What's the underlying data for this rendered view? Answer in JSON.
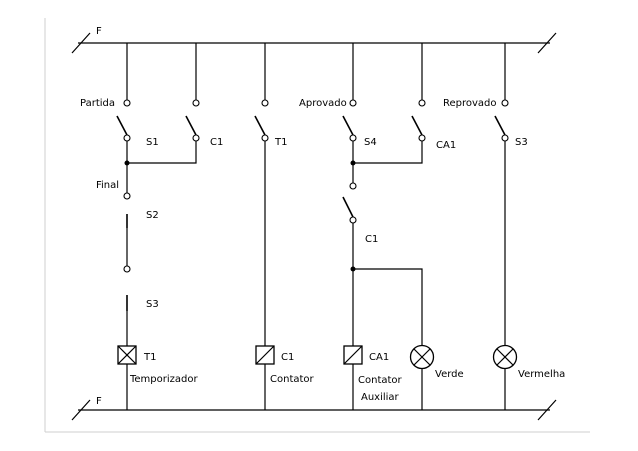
{
  "rails": {
    "top_label": "F",
    "bottom_label": "F"
  },
  "contacts": {
    "partida_label": "Partida",
    "s1_label": "S1",
    "c1_top_label": "C1",
    "t1_label": "T1",
    "aprovado_label": "Aprovado",
    "s4_label": "S4",
    "ca1_label": "CA1",
    "reprovado_label": "Reprovado",
    "s3_top_label": "S3",
    "final_label": "Final",
    "s2_label": "S2",
    "s3_mid_label": "S3",
    "c1_mid_label": "C1"
  },
  "loads": {
    "t1_tag": "T1",
    "t1_name": "Temporizador",
    "c1_tag": "C1",
    "c1_name": "Contator",
    "ca1_tag": "CA1",
    "ca1_name_line1": "Contator",
    "ca1_name_line2": "Auxiliar",
    "verde_name": "Verde",
    "vermelha_name": "Vermelha"
  }
}
